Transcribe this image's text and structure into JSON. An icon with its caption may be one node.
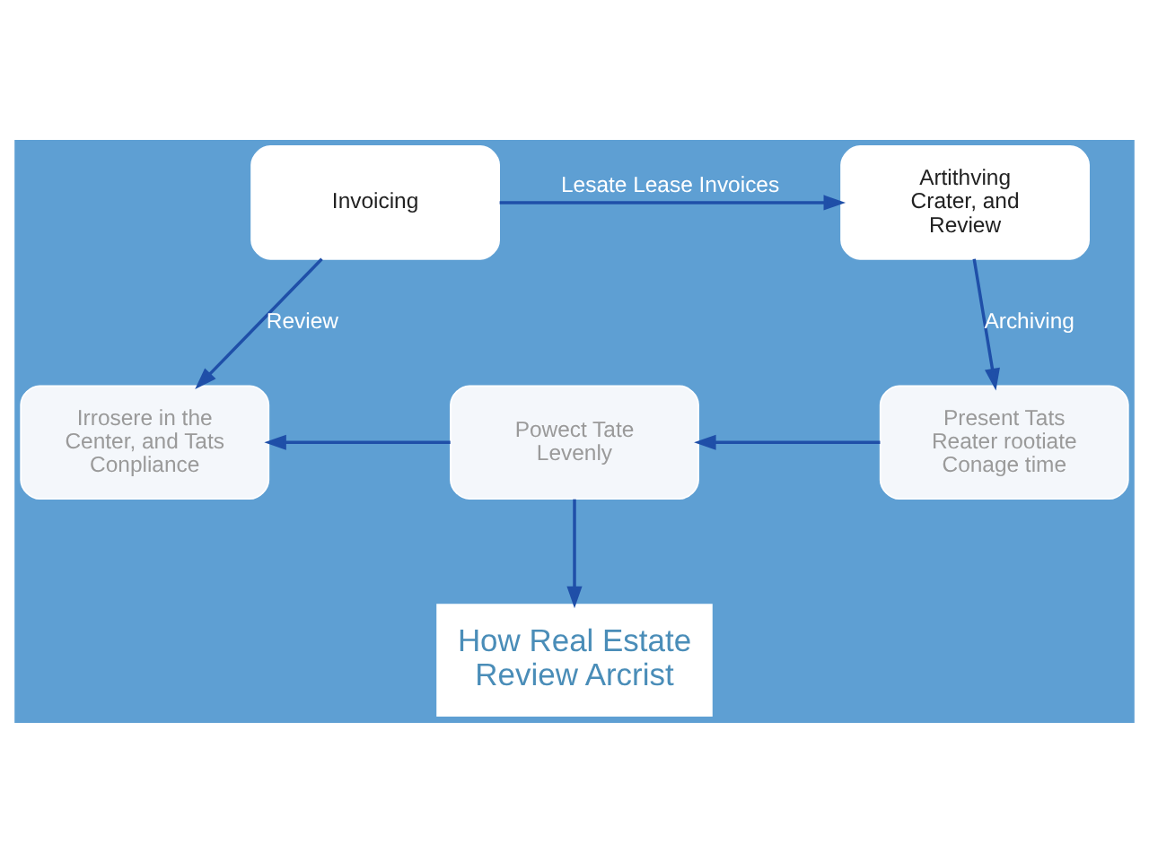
{
  "diagram": {
    "nodes": [
      {
        "text": [
          "Invoicing"
        ]
      },
      {
        "text": [
          "Artithving Crater, and Review"
        ]
      },
      {
        "text": [
          "Irrosere in the Center, and Tats Conpliance"
        ]
      },
      {
        "text": [
          "Powect Tate Levenly"
        ]
      },
      {
        "text": [
          "Present Tats Reater rootiate Conage time"
        ]
      },
      {
        "text": [
          "How Real Estate Review Arcrist"
        ]
      }
    ],
    "edges": [
      {
        "from": 0,
        "to": 1,
        "arrow": "to",
        "label": "Lesate Lease Invoices"
      },
      {
        "from": 0,
        "to": 2,
        "arrow": "to",
        "label": "Review"
      },
      {
        "from": 1,
        "to": 4,
        "arrow": "to",
        "label": "Archiving"
      },
      {
        "from": 4,
        "to": 3,
        "arrow": "to"
      },
      {
        "from": 3,
        "to": 2,
        "arrow": "to"
      },
      {
        "from": 3,
        "to": 5,
        "arrow": "to"
      }
    ]
  }
}
